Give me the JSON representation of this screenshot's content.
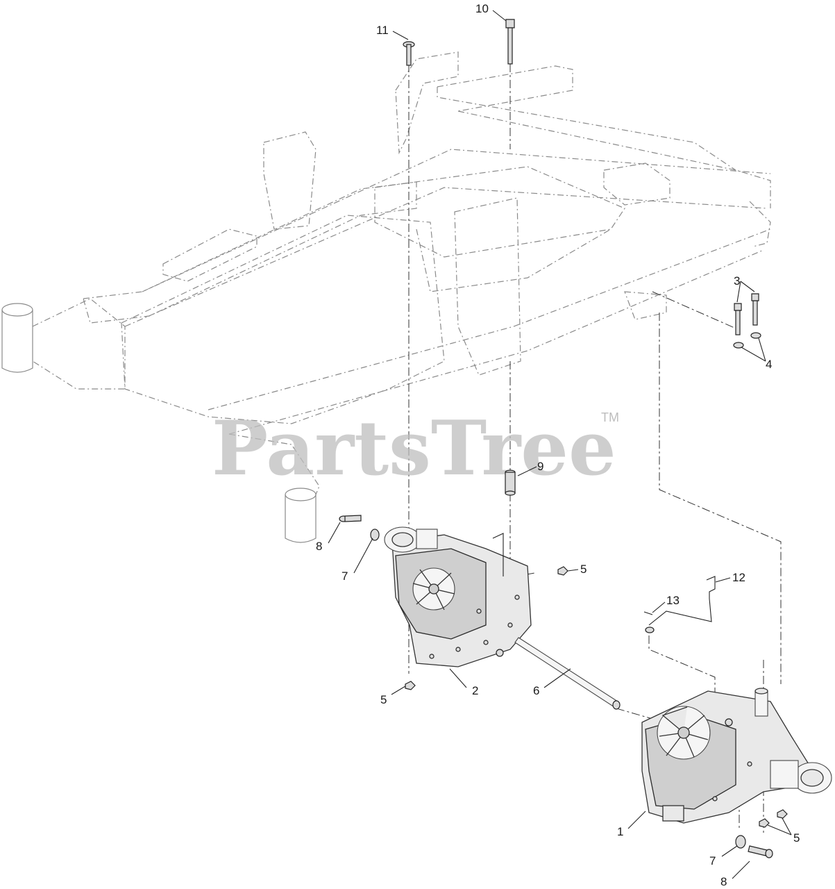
{
  "watermark": {
    "text": "PartsTree",
    "trademark": "TM"
  },
  "callouts": {
    "c1": "1",
    "c2": "2",
    "c3": "3",
    "c4": "4",
    "c5a": "5",
    "c5b": "5",
    "c5c": "5",
    "c6": "6",
    "c7a": "7",
    "c7b": "7",
    "c8a": "8",
    "c8b": "8",
    "c9": "9",
    "c10": "10",
    "c11": "11",
    "c12": "12",
    "c13": "13"
  },
  "colors": {
    "line": "#333333",
    "frame": "#8a8a8a",
    "watermark": "#bdbdbd"
  }
}
